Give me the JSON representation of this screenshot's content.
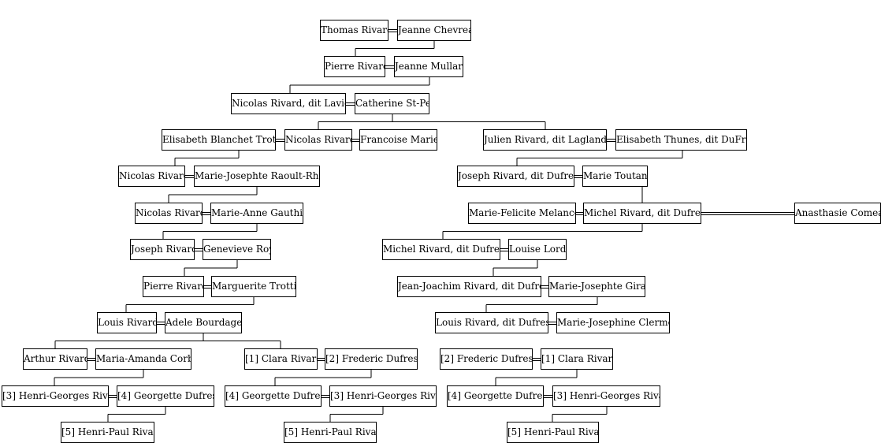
{
  "people": {
    "p1": "Thomas Rivard",
    "p2": "Jeanne Chevreau",
    "p3": "Pierre Rivard",
    "p4": "Jeanne Mullard",
    "p5": "Nicolas Rivard, dit Lavigne",
    "p6": "Catherine St-Per",
    "p7": "Elisabeth Blanchet Trottier",
    "p8": "Nicolas Rivard",
    "p9": "Francoise Marien",
    "p10": "Julien Rivard, dit Laglanderie",
    "p11": "Elisabeth Thunes, dit DuFresne",
    "p12": "Nicolas Rivard",
    "p13": "Marie-Josephte Raoult-Rheau",
    "p14": "Joseph Rivard, dit Dufresne",
    "p15": "Marie Toutant",
    "p16": "Nicolas Rivard",
    "p17": "Marie-Anne Gauthier",
    "p18": "Marie-Felicite Melancon",
    "p19": "Michel Rivard, dit Dufresne",
    "p20": "Anasthasie Comeau",
    "p21": "Joseph Rivard",
    "p22": "Genevieve Roy",
    "p23": "Michel Rivard, dit Dufresne",
    "p24": "Louise Lord",
    "p25": "Pierre Rivard",
    "p26": "Marguerite Trottier",
    "p27": "Jean-Joachim Rivard, dit Dufresne",
    "p28": "Marie-Josephte Girard",
    "p29": "Louis Rivard",
    "p30": "Adele Bourdages",
    "p31": "Louis Rivard, dit Dufresne",
    "p32": "Marie-Josephine Clermont",
    "p33": "Arthur Rivard",
    "p34": "Maria-Amanda Corbin",
    "p35": "[1] Clara Rivard",
    "p36": "[2] Frederic Dufresne",
    "p37": "[2] Frederic Dufresne",
    "p38": "[1] Clara Rivard",
    "p39": "[3] Henri-Georges Rivard",
    "p40": "[4] Georgette Dufresne",
    "p41": "[4] Georgette Dufresne",
    "p42": "[3] Henri-Georges Rivard",
    "p43": "[4] Georgette Dufresne",
    "p44": "[3] Henri-Georges Rivard",
    "p45": "[5] Henri-Paul Rivard",
    "p46": "[5] Henri-Paul Rivard",
    "p47": "[5] Henri-Paul Rivard"
  }
}
